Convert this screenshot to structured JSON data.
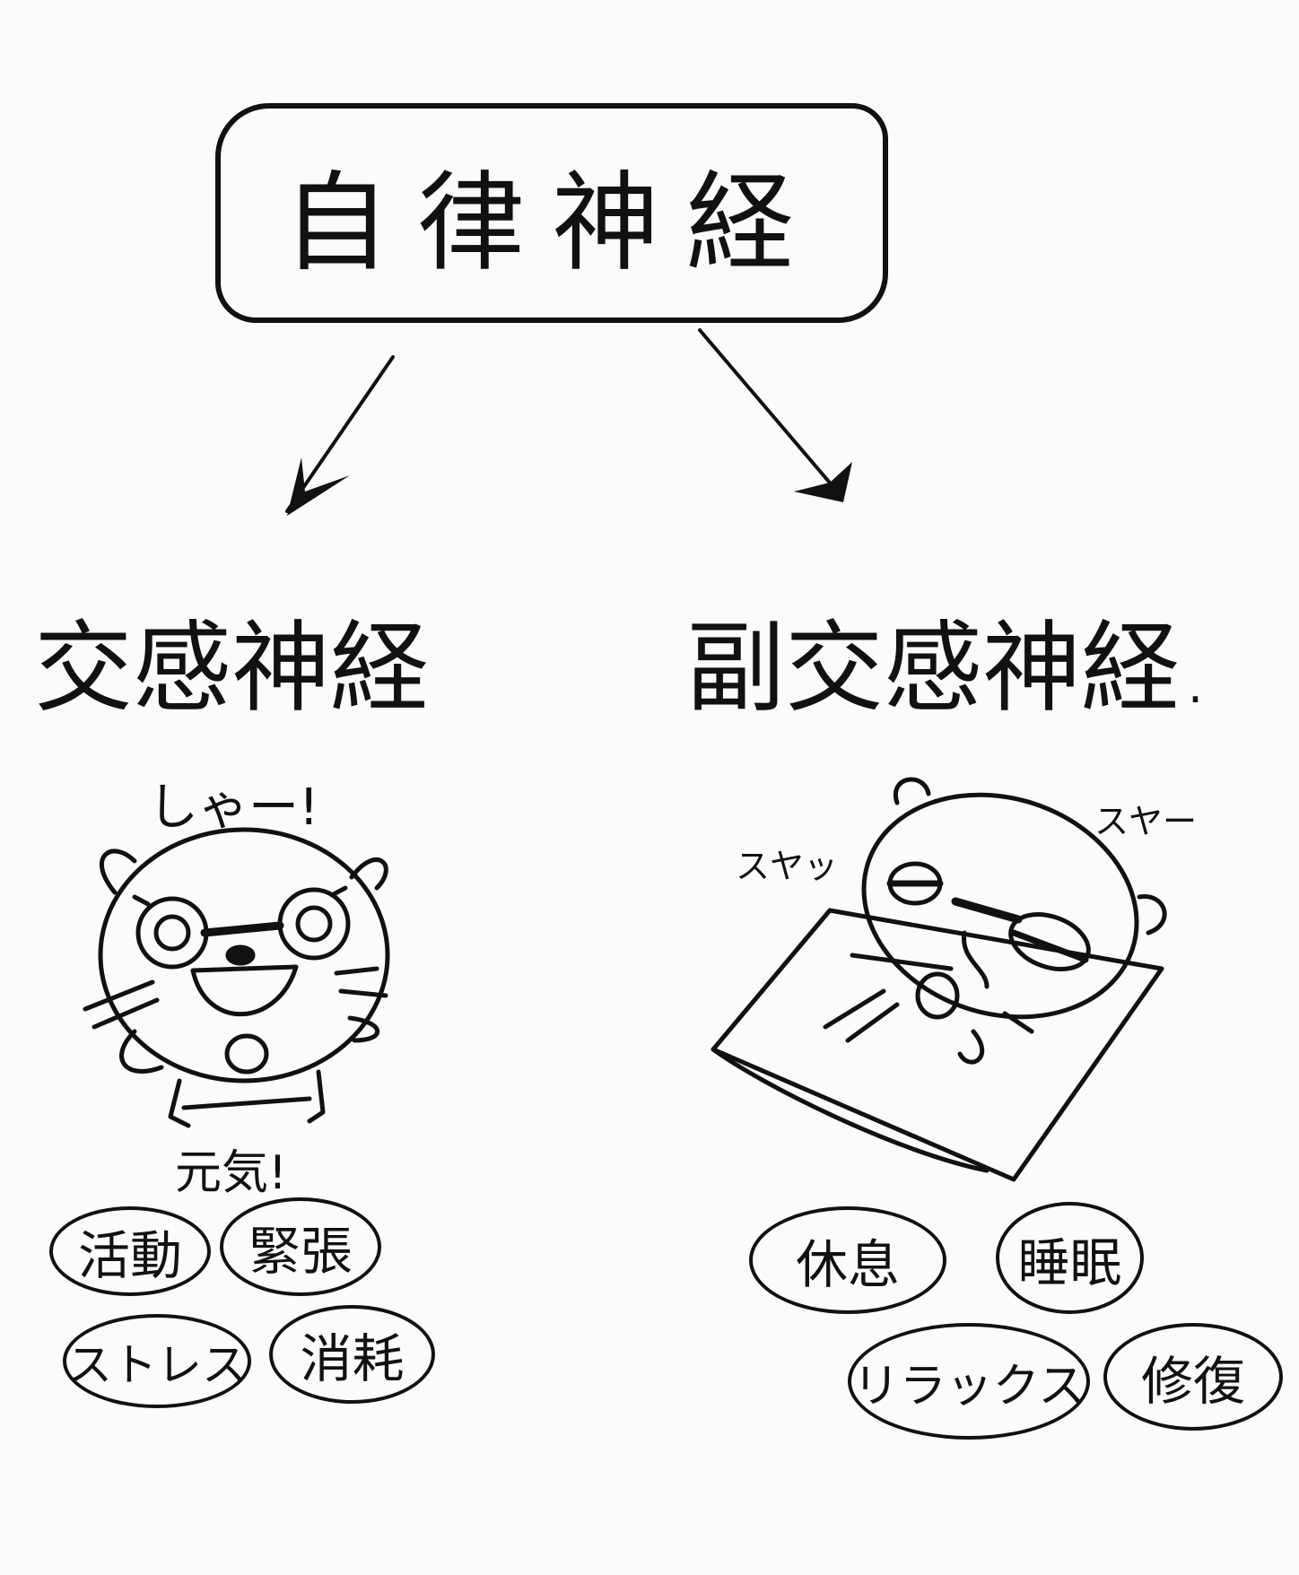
{
  "root": {
    "label": "自律神経"
  },
  "branches": [
    {
      "title": "交感神経",
      "shout": "しゃー!",
      "caption": "元気!",
      "tags": [
        "活動",
        "緊張",
        "ストレス",
        "消耗"
      ]
    },
    {
      "title": "副交感神経.",
      "sound_left": "スヤッ",
      "sound_right": "スヤー",
      "tags": [
        "休息",
        "睡眠",
        "リラックス",
        "修復"
      ]
    }
  ]
}
